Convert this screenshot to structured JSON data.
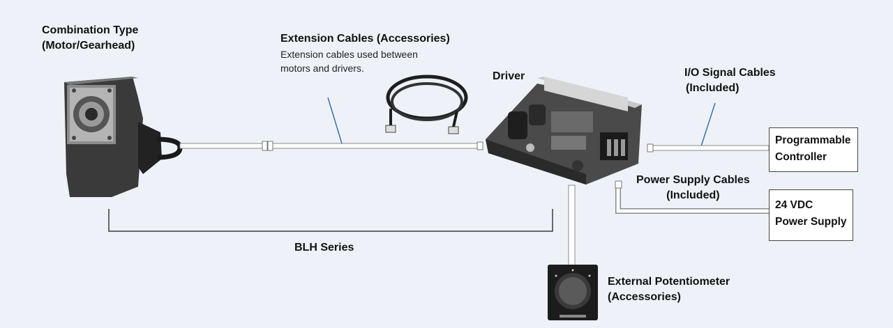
{
  "labels": {
    "combination_type_line1": "Combination Type",
    "combination_type_line2": "(Motor/Gearhead)",
    "extension_title": "Extension Cables (Accessories)",
    "extension_desc_line1": "Extension cables used between",
    "extension_desc_line2": "motors and drivers.",
    "driver": "Driver",
    "io_line1": "I/O Signal Cables",
    "io_line2": "(Included)",
    "power_cable_line1": "Power Supply Cables",
    "power_cable_line2": "(Included)",
    "series_bold": "BLH",
    "series_rest": " Series",
    "potentiometer_line1": "External Potentiometer",
    "potentiometer_line2": "(Accessories)"
  },
  "boxes": {
    "programmable_line1": "Programmable",
    "programmable_line2": "Controller",
    "supply_line1": "24 VDC",
    "supply_line2": "Power Supply"
  },
  "colors": {
    "background": "#eef2f8",
    "leader_line": "#3a6fb0",
    "cable": "#ffffff",
    "cable_edge": "#8a8a8a",
    "device_dark": "#2b2b2b"
  }
}
